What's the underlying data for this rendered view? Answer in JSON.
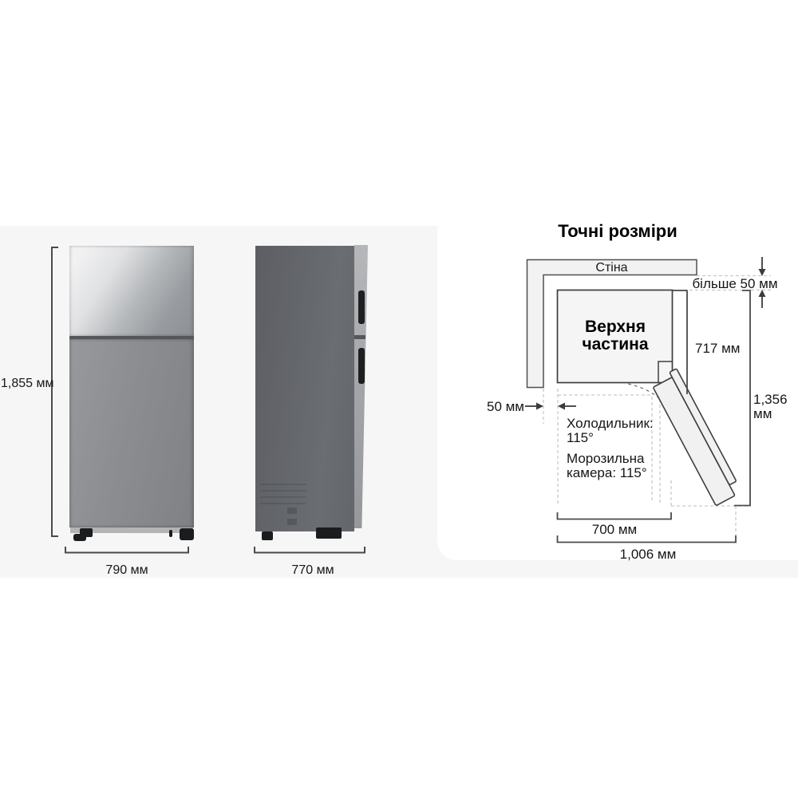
{
  "front_view": {
    "height": "1,855 мм",
    "width": "790 мм"
  },
  "side_view": {
    "width": "770 мм"
  },
  "diagram": {
    "title": "Точні розміри",
    "wall": "Стіна",
    "rear_gap": "більше 50 мм",
    "unit": "Верхня\nчастина",
    "unit_depth": "717 мм",
    "side_gap": "50 мм",
    "fridge_door_angle": "Холодильник:\n115°",
    "freezer_door_angle": "Морозильна\nкамера: 115°",
    "unit_width": "700 мм",
    "total_depth": "1,356 мм",
    "total_width": "1,006 мм",
    "door_open_angle_deg": 115
  },
  "colors": {
    "photos_band_bg": "#f6f6f7",
    "diagram_card_bg": "#ffffff",
    "solid_line": "#4a4a4a",
    "dashed_guide": "#c9c9c9",
    "shape_fill": "#f4f4f4",
    "text": "#161616"
  }
}
